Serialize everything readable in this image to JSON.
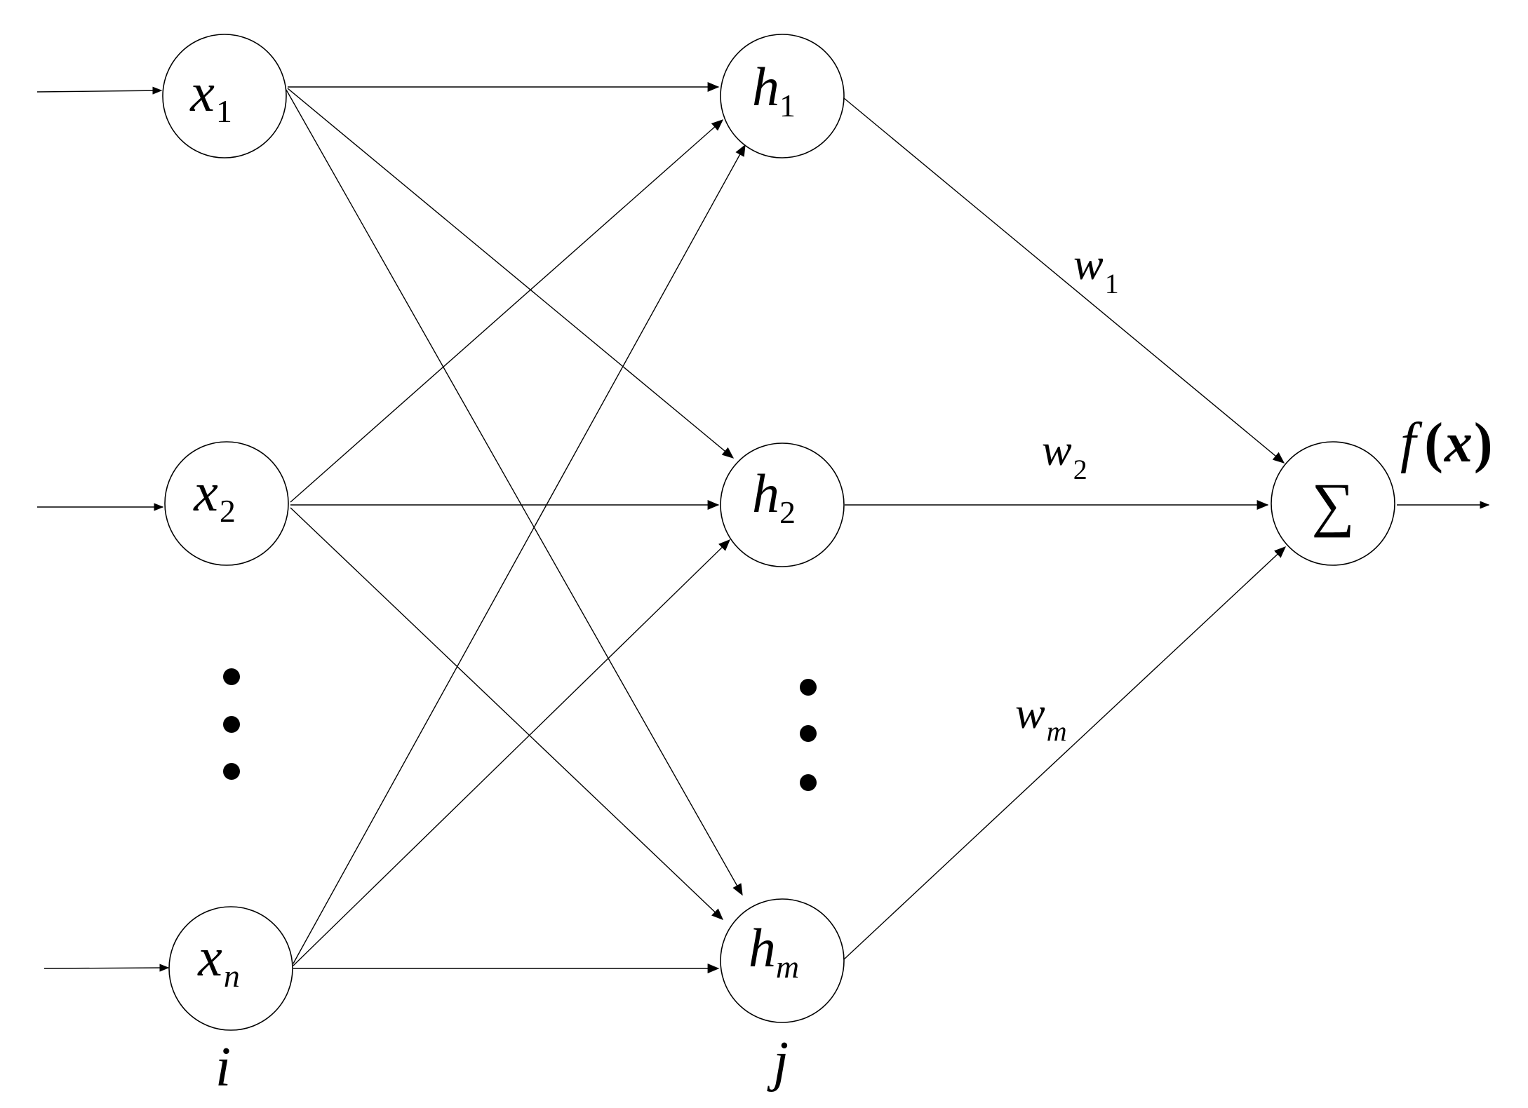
{
  "input_nodes": [
    {
      "id": "x1",
      "var": "x",
      "sub": "1"
    },
    {
      "id": "x2",
      "var": "x",
      "sub": "2"
    },
    {
      "id": "xn",
      "var": "x",
      "sub": "n"
    }
  ],
  "hidden_nodes": [
    {
      "id": "h1",
      "var": "h",
      "sub": "1"
    },
    {
      "id": "h2",
      "var": "h",
      "sub": "2"
    },
    {
      "id": "hm",
      "var": "h",
      "sub": "m"
    }
  ],
  "output_node": {
    "symbol": "∑"
  },
  "weights": [
    {
      "var": "w",
      "sub": "1"
    },
    {
      "var": "w",
      "sub": "2"
    },
    {
      "var": "w",
      "sub": "m"
    }
  ],
  "output_label": {
    "f": "f",
    "open": "(",
    "x": "x",
    "close": ")"
  },
  "index_labels": {
    "input": "i",
    "hidden": "j"
  }
}
